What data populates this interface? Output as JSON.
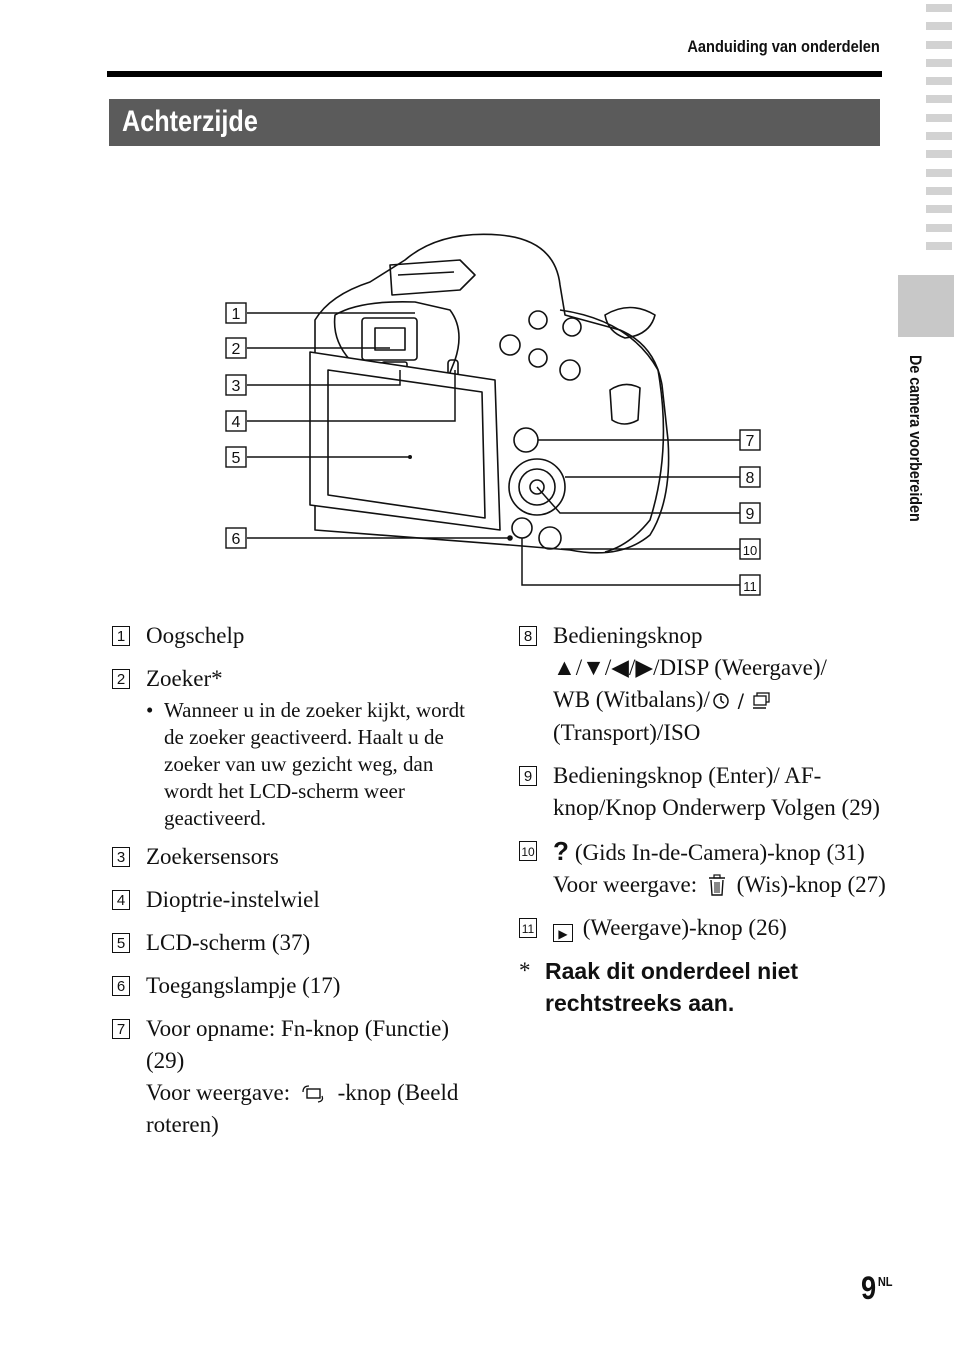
{
  "header": {
    "title": "Aanduiding van onderdelen"
  },
  "section": {
    "title": "Achterzijde"
  },
  "side_tab": {
    "label": "De camera voorbereiden"
  },
  "diagram": {
    "callouts_left": [
      "1",
      "2",
      "3",
      "4",
      "5",
      "6"
    ],
    "callouts_right": [
      "7",
      "8",
      "9",
      "10",
      "11"
    ]
  },
  "items_left": [
    {
      "num": "1",
      "text": "Oogschelp"
    },
    {
      "num": "2",
      "text": "Zoeker*",
      "sub": "Wanneer u in de zoeker kijkt, wordt de zoeker geactiveerd. Haalt u de zoeker van uw gezicht weg, dan wordt het LCD-scherm weer geactiveerd."
    },
    {
      "num": "3",
      "text": "Zoekersensors"
    },
    {
      "num": "4",
      "text": "Dioptrie-instelwiel"
    },
    {
      "num": "5",
      "text": "LCD-scherm (37)"
    },
    {
      "num": "6",
      "text": "Toegangslampje (17)"
    },
    {
      "num": "7",
      "text_a": "Voor opname: Fn-knop (Functie) (29)",
      "text_b": "Voor weergave:",
      "icon": "rotate-icon",
      "text_c": "-knop (Beeld roteren)"
    }
  ],
  "items_right": [
    {
      "num": "8",
      "line1": "Bedieningsknop",
      "line2": "▲/▼/◀/▶/DISP (Weergave)/",
      "line3": "WB (Witbalans)/",
      "icons": "self-timer-icon / drive-icon",
      "line4": "(Transport)/ISO"
    },
    {
      "num": "9",
      "text": "Bedieningsknop (Enter)/ AF-knop/Knop Onderwerp Volgen (29)"
    },
    {
      "num": "10",
      "icon": "help-icon",
      "text": "(Gids In-de-Camera)-knop (31)",
      "text_b": "Voor weergave:",
      "icon_b": "trash-icon",
      "text_c": "(Wis)-knop (27)"
    },
    {
      "num": "11",
      "icon": "play-icon",
      "text": "(Weergave)-knop (26)"
    }
  ],
  "note": {
    "star": "*",
    "text": "Raak dit onderdeel niet rechtstreeks aan."
  },
  "page": {
    "number": "9",
    "suffix": "NL"
  }
}
